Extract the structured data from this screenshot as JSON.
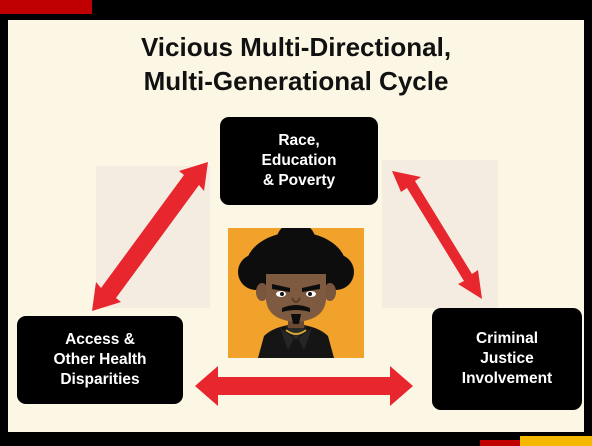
{
  "title": {
    "line1": "Vicious Multi-Directional,",
    "line2": "Multi-Generational Cycle"
  },
  "nodes": {
    "top": {
      "line1": "Race,",
      "line2": "Education",
      "line3": "& Poverty"
    },
    "left": {
      "line1": "Access &",
      "line2": "Other Health",
      "line3": "Disparities"
    },
    "right": {
      "line1": "Criminal",
      "line2": "Justice",
      "line3": "Involvement"
    }
  },
  "colors": {
    "arrow": "#e8262d",
    "node_bg": "#000000",
    "panel_bg": "#fbf7e4",
    "avatar_bg": "#f0a22a"
  },
  "icons": {
    "center": "afro-man-avatar-icon"
  }
}
